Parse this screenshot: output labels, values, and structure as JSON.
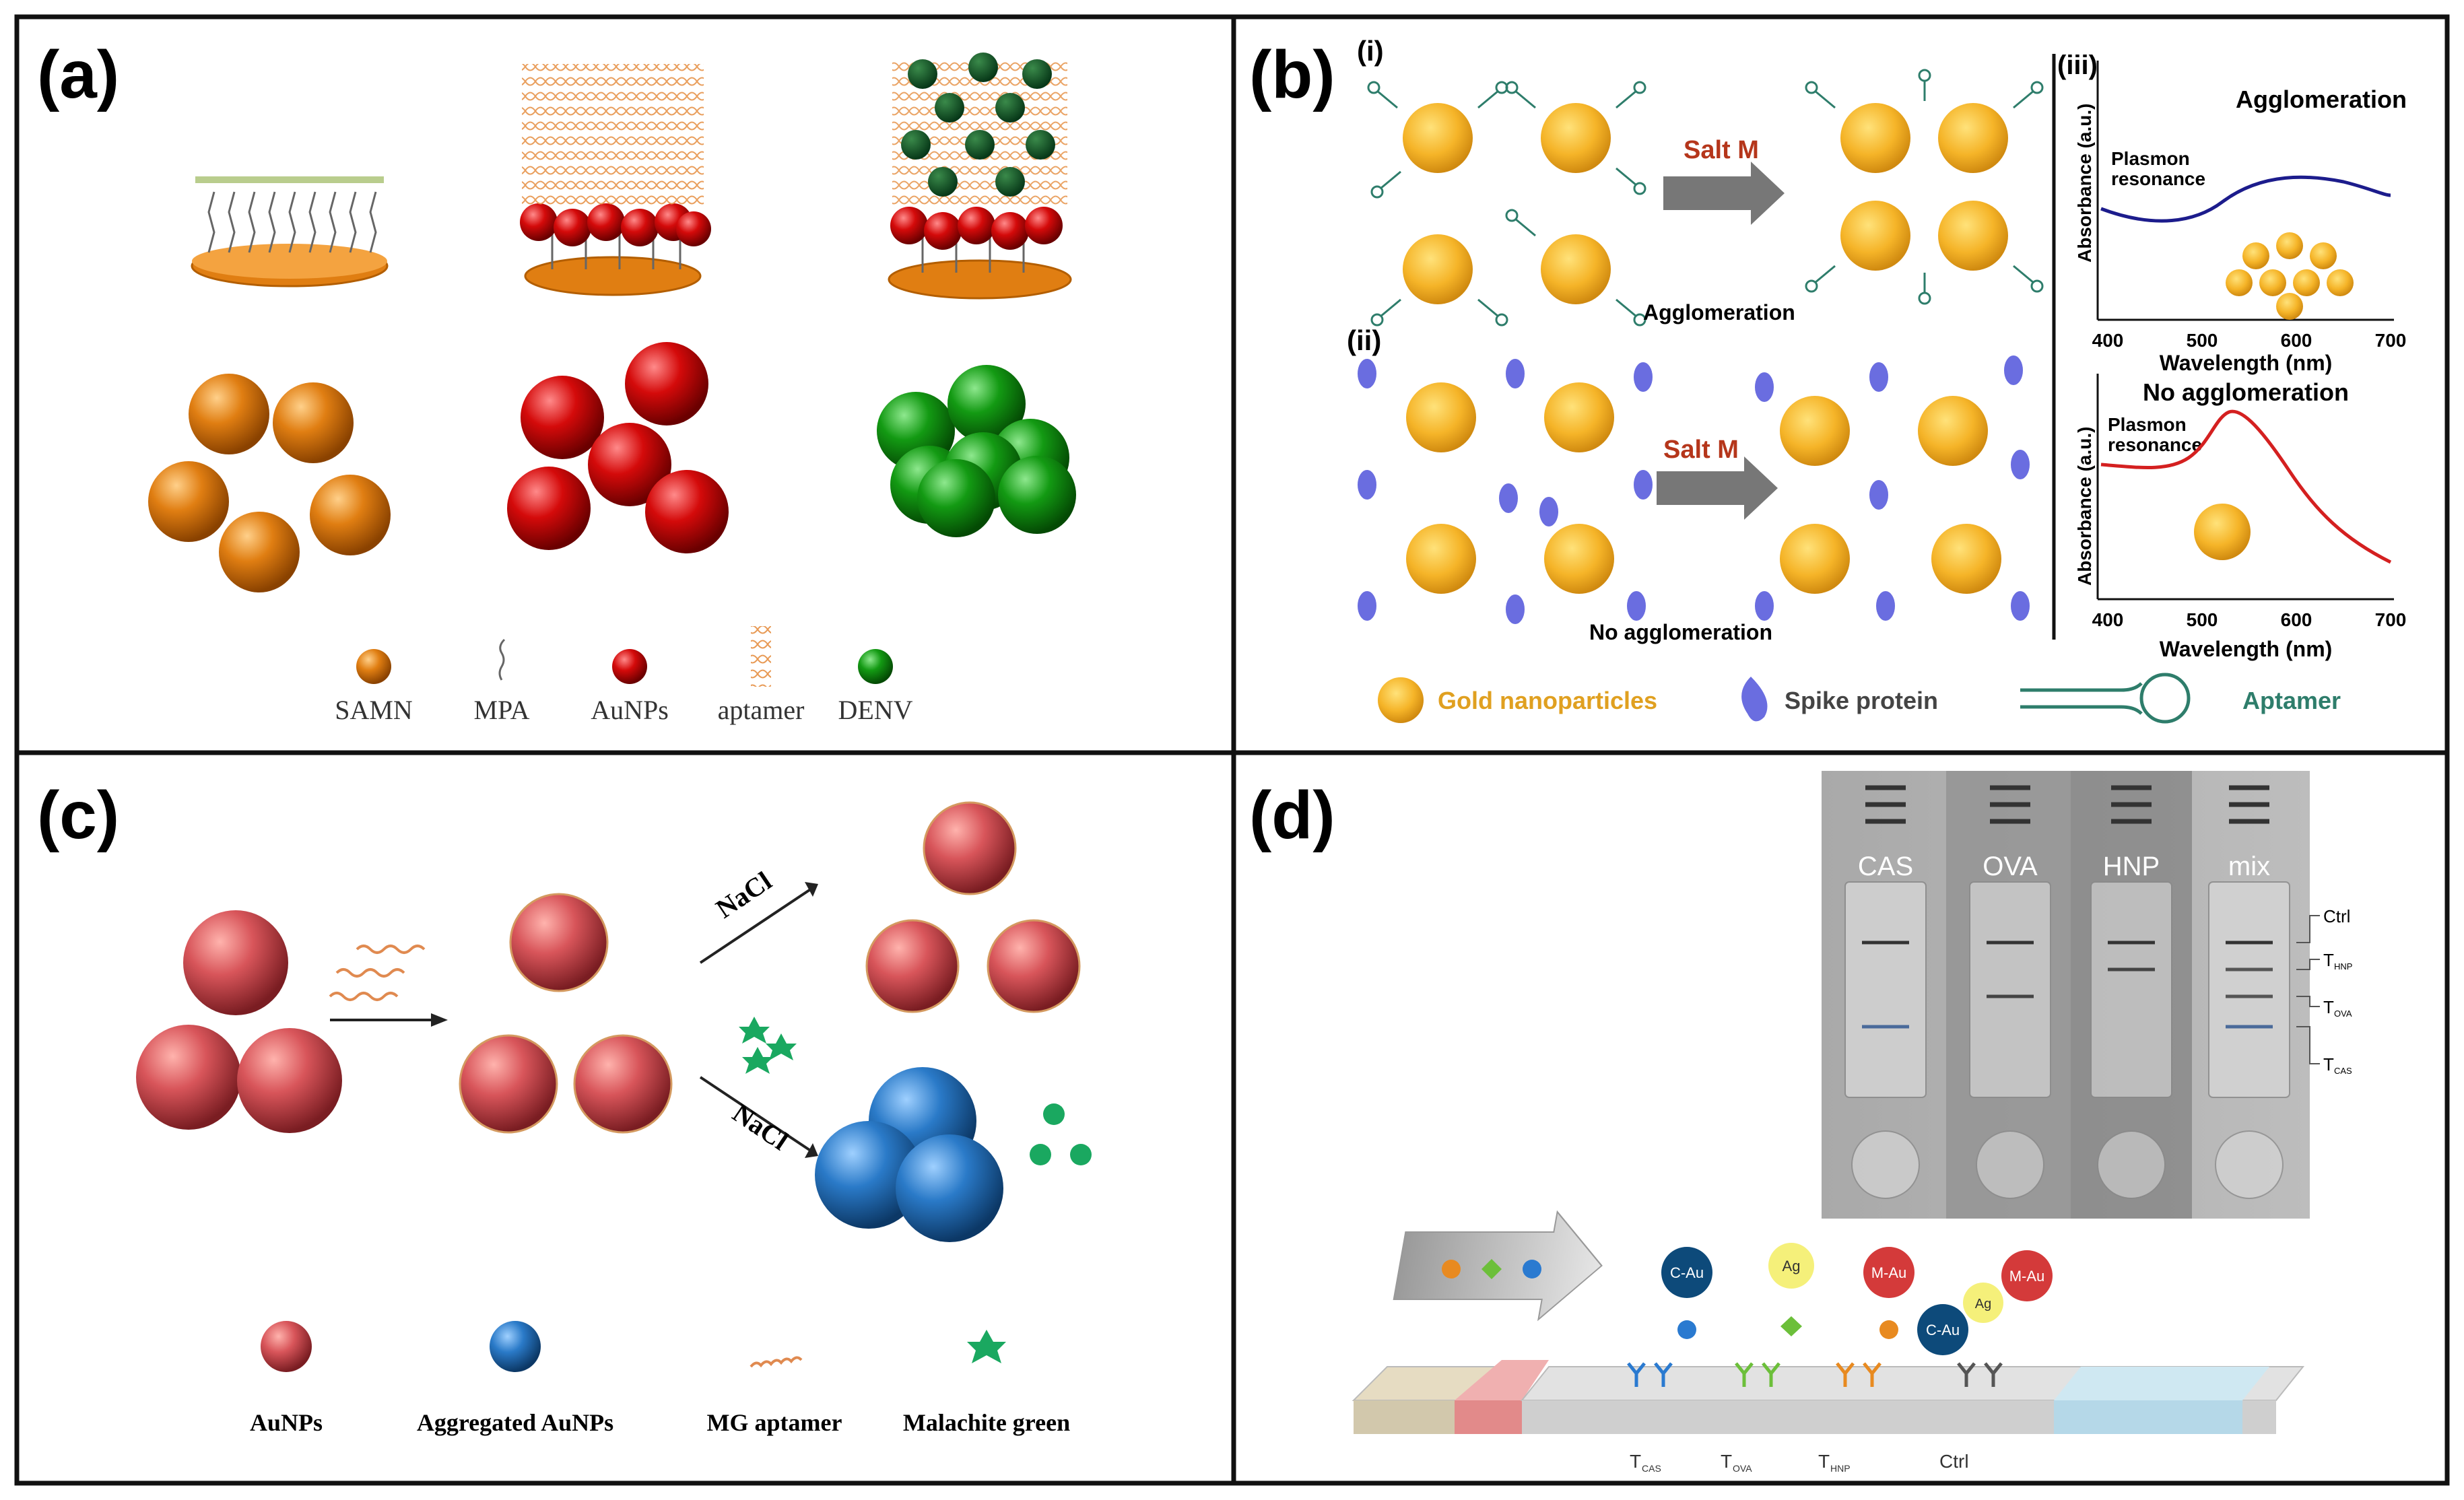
{
  "panels": {
    "a": {
      "label": "(a)",
      "legend": [
        "SAMN",
        "MPA",
        "AuNPs",
        "aptamer",
        "DENV"
      ]
    },
    "b": {
      "label": "(b)",
      "sub_i": "(i)",
      "sub_ii": "(ii)",
      "sub_iii": "(iii)",
      "salt_label": "Salt M",
      "agglomeration": "Agglomeration",
      "no_agglomeration": "No agglomeration",
      "plot_title_top": "Agglomeration",
      "plot_title_bottom": "No agglomeration",
      "plasmon_line1": "Plasmon",
      "plasmon_line2": "resonance",
      "ylabel": "Absorbance (a.u.)",
      "xlabel": "Wavelength (nm)",
      "xticks": [
        "400",
        "500",
        "600",
        "700"
      ],
      "legend": [
        "Gold nanoparticles",
        "Spike protein",
        "Aptamer"
      ],
      "colors": {
        "gold": "#f5b428",
        "spike": "#6a6de0",
        "aptamer": "#2e7d6b",
        "curve_top": "#1c1c8c",
        "curve_bottom": "#d42020"
      }
    },
    "c": {
      "label": "(c)",
      "nacl": "NaCl",
      "legend": [
        "AuNPs",
        "Aggregated AuNPs",
        "MG aptamer",
        "Malachite green"
      ]
    },
    "d": {
      "label": "(d)",
      "strips": [
        "CAS",
        "OVA",
        "HNP",
        "mix"
      ],
      "right_labels": [
        "Ctrl",
        "T",
        "T",
        "T"
      ],
      "right_subs": [
        "",
        "HNP",
        "OVA",
        "CAS"
      ],
      "bottom_labels": [
        "T",
        "T",
        "T",
        "Ctrl"
      ],
      "bottom_subs": [
        "CAS",
        "OVA",
        "HNP",
        ""
      ],
      "badges": [
        "C-Au",
        "Ag",
        "M-Au",
        "C-Au",
        "Ag",
        "M-Au"
      ]
    }
  }
}
